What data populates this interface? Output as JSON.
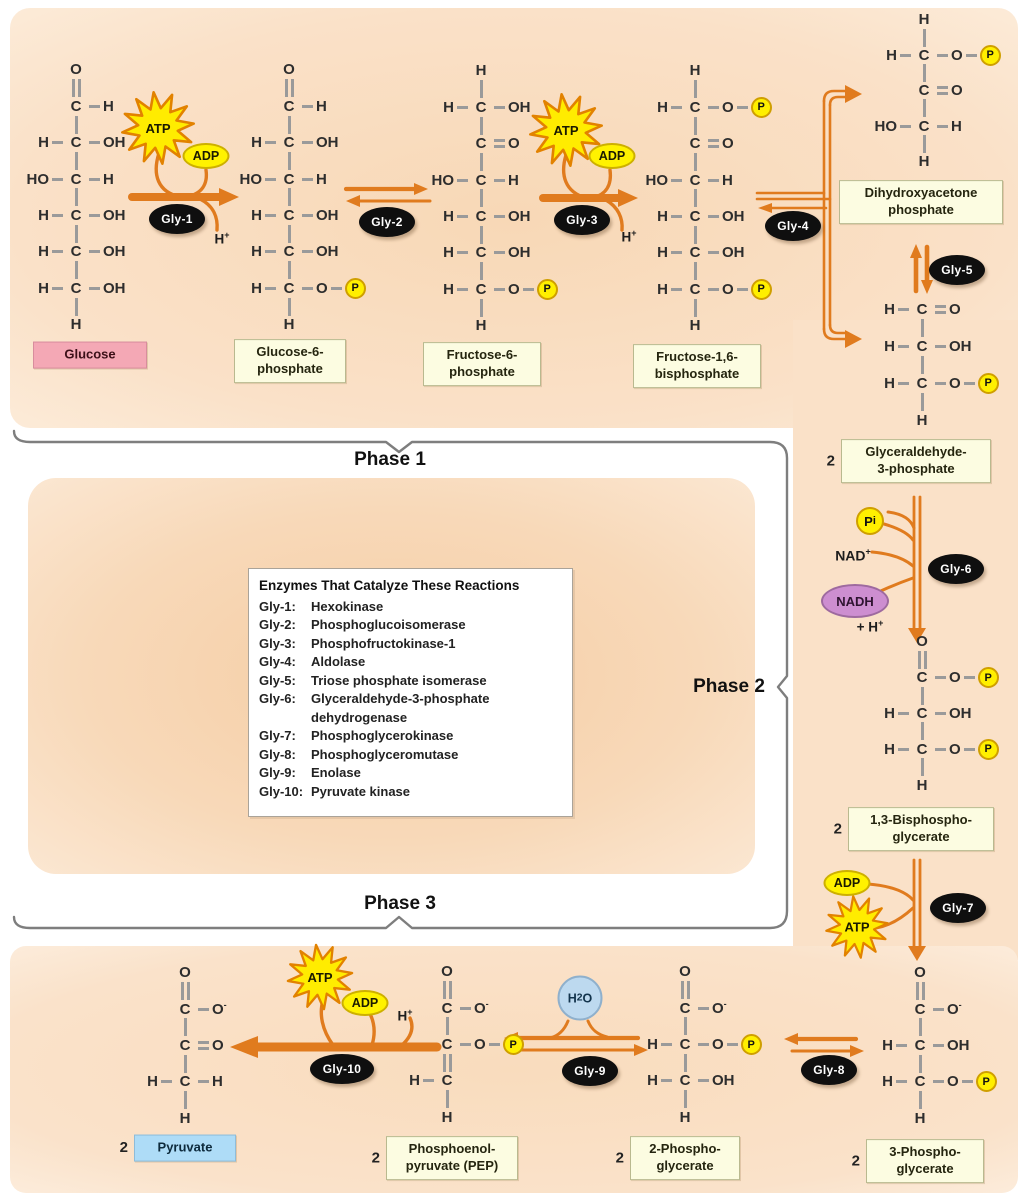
{
  "phases": [
    {
      "id": "phase1",
      "label": "Phase 1"
    },
    {
      "id": "phase2",
      "label": "Phase 2"
    },
    {
      "id": "phase3",
      "label": "Phase 3"
    }
  ],
  "enzyme_legend": {
    "title": "Enzymes That Catalyze These Reactions",
    "entries": [
      {
        "id": "Gly-1:",
        "name": "Hexokinase"
      },
      {
        "id": "Gly-2:",
        "name": "Phosphoglucoisomerase"
      },
      {
        "id": "Gly-3:",
        "name": "Phosphofructokinase-1"
      },
      {
        "id": "Gly-4:",
        "name": "Aldolase"
      },
      {
        "id": "Gly-5:",
        "name": "Triose phosphate isomerase"
      },
      {
        "id": "Gly-6:",
        "name": "Glyceraldehyde-3-phosphate dehydrogenase"
      },
      {
        "id": "Gly-7:",
        "name": "Phosphoglycerokinase"
      },
      {
        "id": "Gly-8:",
        "name": "Phosphoglyceromutase"
      },
      {
        "id": "Gly-9:",
        "name": "Enolase"
      },
      {
        "id": "Gly-10:",
        "name": "Pyruvate kinase"
      }
    ]
  },
  "enzyme_badges": [
    "Gly-1",
    "Gly-2",
    "Gly-3",
    "Gly-4",
    "Gly-5",
    "Gly-6",
    "Gly-7",
    "Gly-8",
    "Gly-9",
    "Gly-10"
  ],
  "cofactors": {
    "atp": "ATP",
    "adp": "ADP",
    "nad": "NAD^+",
    "nadh": "NADH",
    "pi": "P_i",
    "h2o": "H_2O",
    "h_plus": "H^+",
    "plus_h_plus": "+ H^+",
    "phosphate": "P",
    "quantity": "2"
  },
  "molecules": [
    {
      "id": "glucose",
      "rows": [
        {
          "c": "O"
        },
        {
          "c": "C",
          "r": "H",
          "rb": 1,
          "up": 2
        },
        {
          "l": "H",
          "c": "C",
          "r": "OH",
          "up": 1
        },
        {
          "l": "HO",
          "c": "C",
          "r": "H",
          "up": 1
        },
        {
          "l": "H",
          "c": "C",
          "r": "OH",
          "up": 1
        },
        {
          "l": "H",
          "c": "C",
          "r": "OH",
          "up": 1
        },
        {
          "l": "H",
          "c": "C",
          "r": "OH",
          "up": 1
        },
        {
          "c": "H",
          "up": 1
        }
      ]
    },
    {
      "id": "g6p",
      "rows": [
        {
          "c": "O"
        },
        {
          "c": "C",
          "r": "H",
          "rb": 1,
          "up": 2
        },
        {
          "l": "H",
          "c": "C",
          "r": "OH",
          "up": 1
        },
        {
          "l": "HO",
          "c": "C",
          "r": "H",
          "up": 1
        },
        {
          "l": "H",
          "c": "C",
          "r": "OH",
          "up": 1
        },
        {
          "l": "H",
          "c": "C",
          "r": "OH",
          "up": 1
        },
        {
          "l": "H",
          "c": "C",
          "r": "O",
          "P": true,
          "up": 1
        },
        {
          "c": "H",
          "up": 1
        }
      ]
    },
    {
      "id": "f6p",
      "rows": [
        {
          "c": "H"
        },
        {
          "l": "H",
          "c": "C",
          "r": "OH",
          "up": 1
        },
        {
          "c": "C",
          "r": "O",
          "rb": 2,
          "up": 1
        },
        {
          "l": "HO",
          "c": "C",
          "r": "H",
          "up": 1
        },
        {
          "l": "H",
          "c": "C",
          "r": "OH",
          "up": 1
        },
        {
          "l": "H",
          "c": "C",
          "r": "OH",
          "up": 1
        },
        {
          "l": "H",
          "c": "C",
          "r": "O",
          "P": true,
          "up": 1
        },
        {
          "c": "H",
          "up": 1
        }
      ]
    },
    {
      "id": "f16bp",
      "rows": [
        {
          "c": "H"
        },
        {
          "l": "H",
          "c": "C",
          "r": "O",
          "P": true,
          "up": 1
        },
        {
          "c": "C",
          "r": "O",
          "rb": 2,
          "up": 1
        },
        {
          "l": "HO",
          "c": "C",
          "r": "H",
          "up": 1
        },
        {
          "l": "H",
          "c": "C",
          "r": "OH",
          "up": 1
        },
        {
          "l": "H",
          "c": "C",
          "r": "OH",
          "up": 1
        },
        {
          "l": "H",
          "c": "C",
          "r": "O",
          "P": true,
          "up": 1
        },
        {
          "c": "H",
          "up": 1
        }
      ]
    },
    {
      "id": "dhap",
      "rows": [
        {
          "c": "H"
        },
        {
          "l": "H",
          "c": "C",
          "r": "O",
          "P": true,
          "up": 1
        },
        {
          "c": "C",
          "r": "O",
          "rb": 2,
          "up": 1
        },
        {
          "l": "HO",
          "c": "C",
          "r": "H",
          "up": 1
        },
        {
          "c": "H",
          "up": 1
        }
      ]
    },
    {
      "id": "g3p",
      "rows": [
        {
          "l": "H",
          "c": "C",
          "r": "O",
          "rb": 2
        },
        {
          "l": "H",
          "c": "C",
          "r": "OH",
          "up": 1
        },
        {
          "l": "H",
          "c": "C",
          "r": "O",
          "P": true,
          "up": 1
        },
        {
          "c": "H",
          "up": 1
        }
      ]
    },
    {
      "id": "bpg13",
      "rows": [
        {
          "c": "O"
        },
        {
          "c": "C",
          "r": "O",
          "P": true,
          "up": 2
        },
        {
          "l": "H",
          "c": "C",
          "r": "OH",
          "up": 1
        },
        {
          "l": "H",
          "c": "C",
          "r": "O",
          "P": true,
          "up": 1
        },
        {
          "c": "H",
          "up": 1
        }
      ]
    },
    {
      "id": "pg3",
      "rows": [
        {
          "c": "O"
        },
        {
          "c": "C",
          "r": "O^-",
          "up": 2
        },
        {
          "l": "H",
          "c": "C",
          "r": "OH",
          "up": 1
        },
        {
          "l": "H",
          "c": "C",
          "r": "O",
          "P": true,
          "up": 1
        },
        {
          "c": "H",
          "up": 1
        }
      ]
    },
    {
      "id": "pg2",
      "rows": [
        {
          "c": "O"
        },
        {
          "c": "C",
          "r": "O^-",
          "up": 2
        },
        {
          "l": "H",
          "c": "C",
          "r": "O",
          "P": true,
          "up": 1
        },
        {
          "l": "H",
          "c": "C",
          "r": "OH",
          "up": 1
        },
        {
          "c": "H",
          "up": 1
        }
      ]
    },
    {
      "id": "pep",
      "rows": [
        {
          "c": "O"
        },
        {
          "c": "C",
          "r": "O^-",
          "up": 2
        },
        {
          "c": "C",
          "r": "O",
          "P": true,
          "up": 1
        },
        {
          "l": "H",
          "c": "C",
          "up": 2
        },
        {
          "c": "H",
          "up": 1
        }
      ]
    },
    {
      "id": "pyruvate",
      "rows": [
        {
          "c": "O"
        },
        {
          "c": "C",
          "r": "O^-",
          "up": 2
        },
        {
          "c": "C",
          "r": "O",
          "rb": 2,
          "up": 1
        },
        {
          "l": "H",
          "c": "C",
          "r": "H",
          "up": 1
        },
        {
          "c": "H",
          "up": 1
        }
      ]
    }
  ],
  "labels": [
    {
      "id": "glucose",
      "lines": [
        "Glucose"
      ],
      "variant": "pink"
    },
    {
      "id": "g6p",
      "lines": [
        "Glucose-6-",
        "phosphate"
      ]
    },
    {
      "id": "f6p",
      "lines": [
        "Fructose-6-",
        "phosphate"
      ]
    },
    {
      "id": "f16bp",
      "lines": [
        "Fructose-1,6-",
        "bisphosphate"
      ]
    },
    {
      "id": "dhap",
      "lines": [
        "Dihydroxyacetone",
        "phosphate"
      ]
    },
    {
      "id": "g3p",
      "lines": [
        "Glyceraldehyde-",
        "3-phosphate"
      ],
      "qty": "2"
    },
    {
      "id": "bpg13",
      "lines": [
        "1,3-Bisphospho-",
        "glycerate"
      ],
      "qty": "2"
    },
    {
      "id": "pg3",
      "lines": [
        "3-Phospho-",
        "glycerate"
      ],
      "qty": "2"
    },
    {
      "id": "pg2",
      "lines": [
        "2-Phospho-",
        "glycerate"
      ],
      "qty": "2"
    },
    {
      "id": "pep",
      "lines": [
        "Phosphoenol-",
        "pyruvate (PEP)"
      ],
      "qty": "2"
    },
    {
      "id": "pyruvate",
      "lines": [
        "Pyruvate"
      ],
      "variant": "blue",
      "qty": "2"
    }
  ],
  "colors": {
    "panel": "#fae1c8",
    "arrow_orange": "#e07b1e",
    "brace_gray": "#7e7e7e",
    "atp_yellow": "#ffec00",
    "nadh_purple": "#cd8ed0",
    "h2o_blue": "#bdd9ef",
    "glucose_pink": "#f4a8b5",
    "pyruvate_blue": "#aedcf7"
  }
}
